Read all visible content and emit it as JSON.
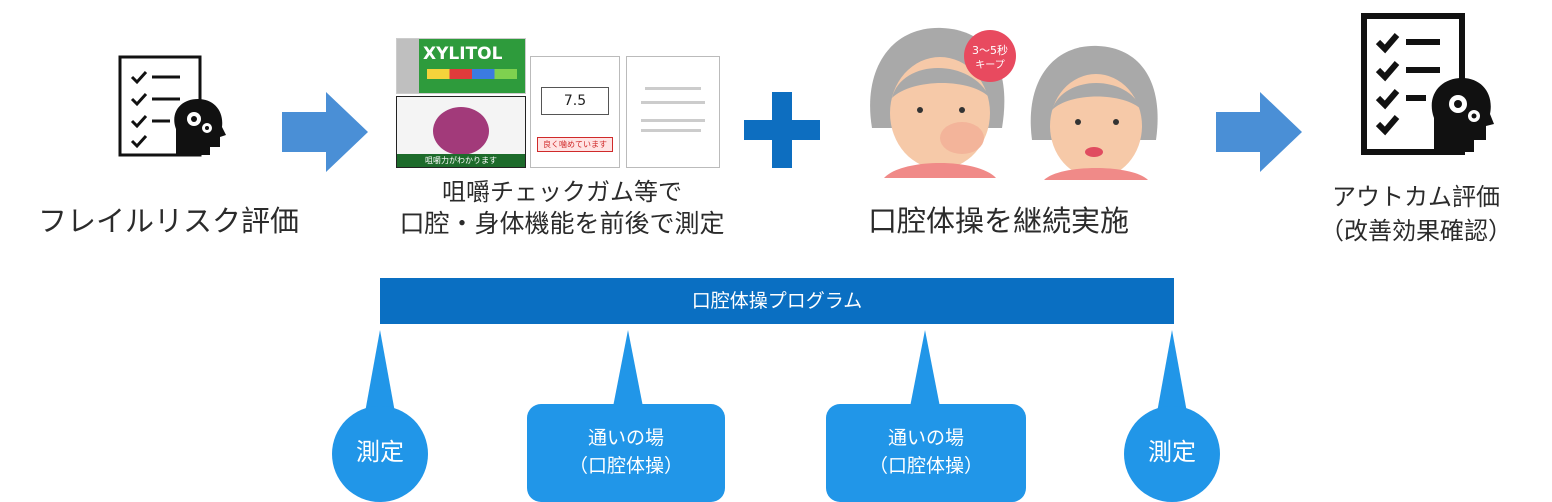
{
  "steps": {
    "risk": "フレイルリスク評価",
    "measure_line1": "咀嚼チェックガム等で",
    "measure_line2": "口腔・身体機能を前後で測定",
    "exercise": "口腔体操を継続実施",
    "outcome_line1": "アウトカム評価",
    "outcome_line2": "（改善効果確認）"
  },
  "gum": {
    "brand": "XYLITOL",
    "value": "7.5",
    "badge_text": "良く噛めています",
    "caption": "咀嚼力がわかります"
  },
  "face": {
    "badge_line1": "3〜5秒",
    "badge_line2": "キープ"
  },
  "program": {
    "bar_label": "口腔体操プログラム"
  },
  "bubbles": {
    "measure_start": "測定",
    "venue_1_line1": "通いの場",
    "venue_1_line2": "（口腔体操）",
    "venue_2_line1": "通いの場",
    "venue_2_line2": "（口腔体操）",
    "measure_end": "測定"
  },
  "colors": {
    "arrow": "#4a8fd6",
    "plus": "#0d6ec0",
    "bar": "#0a6fc2",
    "bubble": "#2196e8",
    "badge": "#e84a5f"
  }
}
